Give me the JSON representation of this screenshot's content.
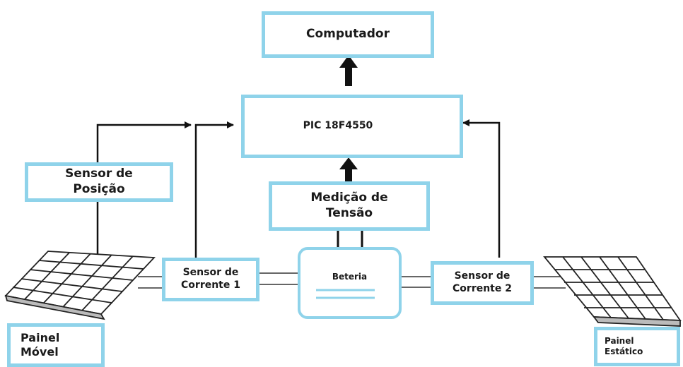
{
  "nodes": {
    "computer": "Computador",
    "pic": "PIC 18F4550",
    "voltage": "Medição de\nTensão",
    "position_sensor": "Sensor de\nPosição",
    "current_sensor_1": "Sensor de\nCorrente 1",
    "current_sensor_2": "Sensor de\nCorrente 2",
    "battery": "Beteria",
    "moving_panel": "Painel\nMóvel",
    "static_panel": "Painel\nEstático"
  },
  "colors": {
    "box_border": "#8fd3ea",
    "line": "#111111",
    "battery_line": "#8fd3ea"
  }
}
